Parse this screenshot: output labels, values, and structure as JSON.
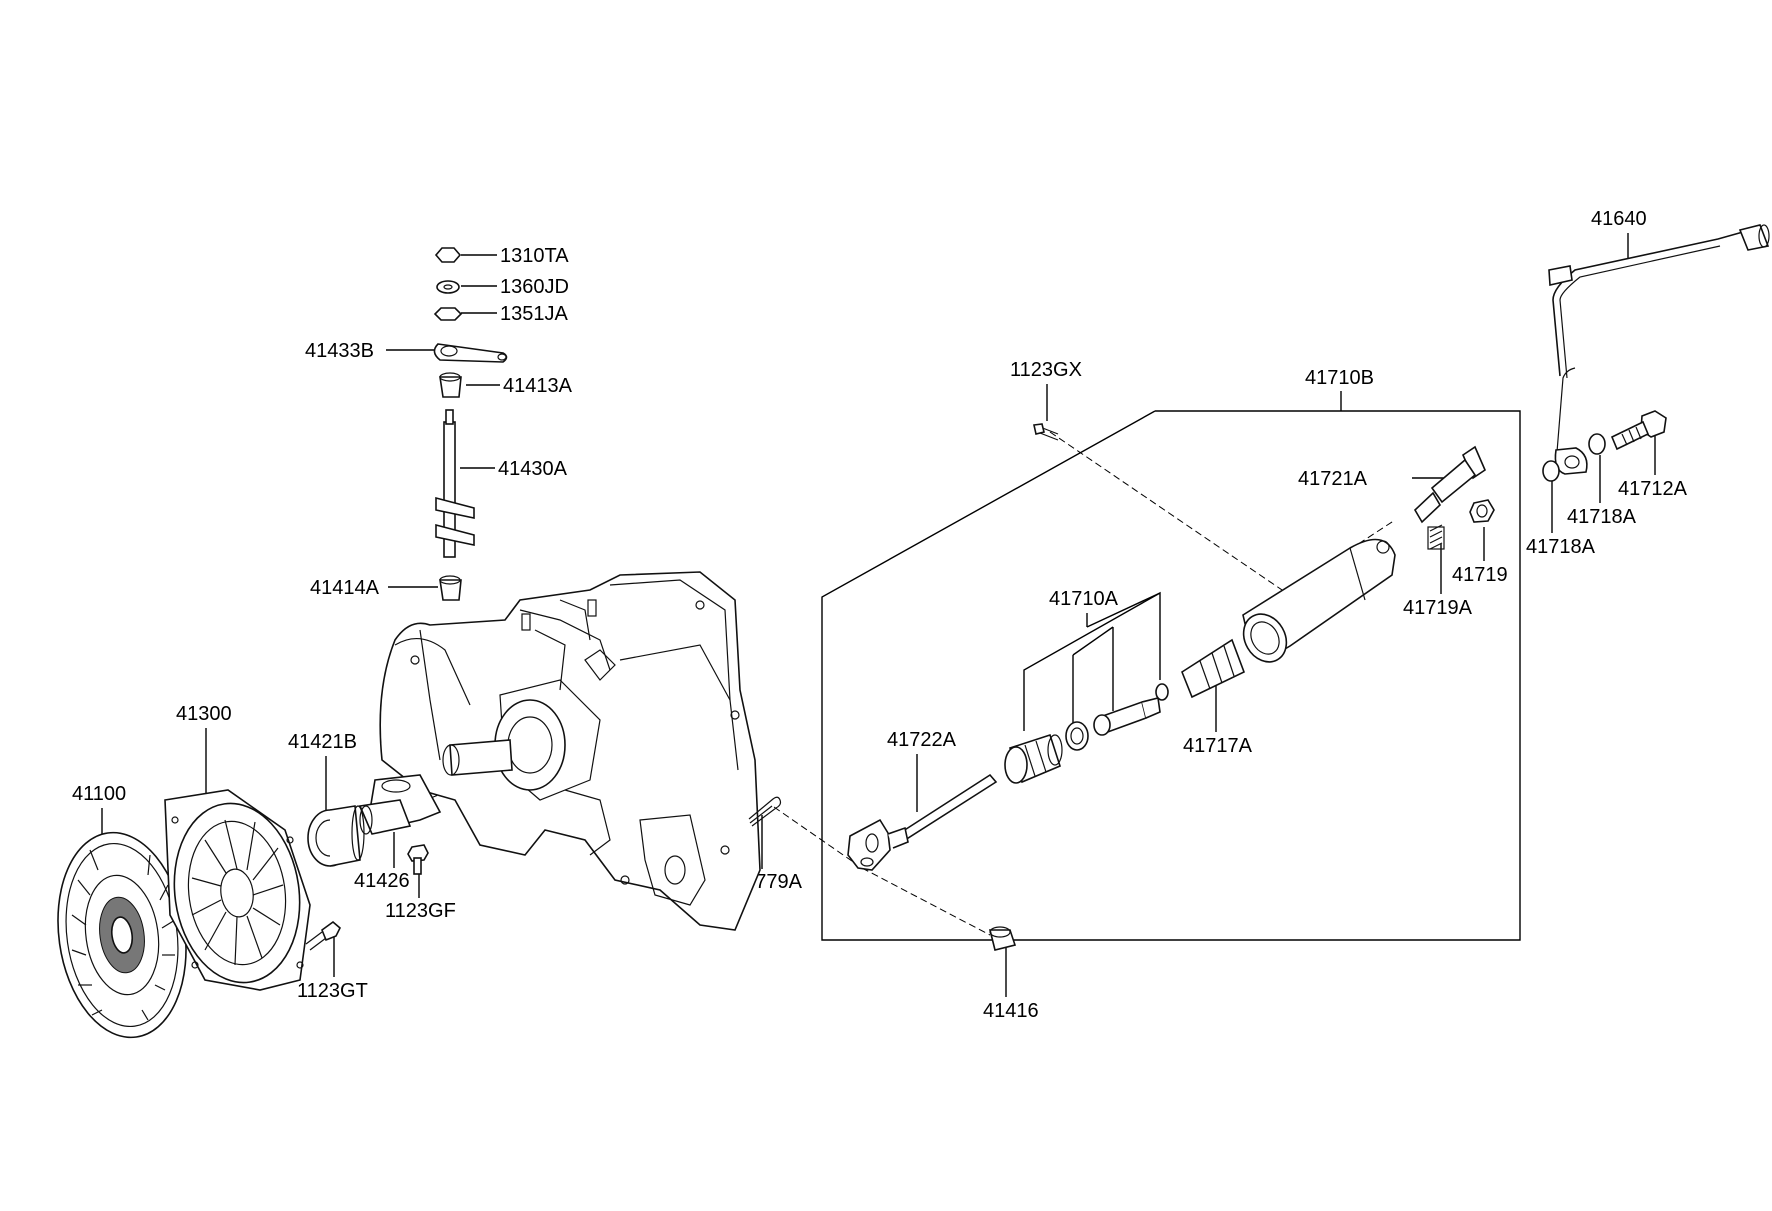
{
  "diagram": {
    "callouts": [
      {
        "id": "c1310TA",
        "text": "1310TA"
      },
      {
        "id": "c1360JD",
        "text": "1360JD"
      },
      {
        "id": "c1351JA",
        "text": "1351JA"
      },
      {
        "id": "c41433B",
        "text": "41433B"
      },
      {
        "id": "c41413A",
        "text": "41413A"
      },
      {
        "id": "c41430A",
        "text": "41430A"
      },
      {
        "id": "c41414A",
        "text": "41414A"
      },
      {
        "id": "c41300",
        "text": "41300"
      },
      {
        "id": "c41100",
        "text": "41100"
      },
      {
        "id": "c41421B",
        "text": "41421B"
      },
      {
        "id": "c41426",
        "text": "41426"
      },
      {
        "id": "c1123GF",
        "text": "1123GF"
      },
      {
        "id": "c1123GT",
        "text": "1123GT"
      },
      {
        "id": "c43779A",
        "text": "43779A"
      },
      {
        "id": "c41416",
        "text": "41416"
      },
      {
        "id": "c41722A",
        "text": "41722A"
      },
      {
        "id": "c41710A",
        "text": "41710A"
      },
      {
        "id": "c41717A",
        "text": "41717A"
      },
      {
        "id": "c1123GX",
        "text": "1123GX"
      },
      {
        "id": "c41710B",
        "text": "41710B"
      },
      {
        "id": "c41721A",
        "text": "41721A"
      },
      {
        "id": "c41719A",
        "text": "41719A"
      },
      {
        "id": "c41719",
        "text": "41719"
      },
      {
        "id": "c41640",
        "text": "41640"
      },
      {
        "id": "c41712A",
        "text": "41712A"
      },
      {
        "id": "c41718A_a",
        "text": "41718A"
      },
      {
        "id": "c41718A_b",
        "text": "41718A"
      }
    ]
  }
}
